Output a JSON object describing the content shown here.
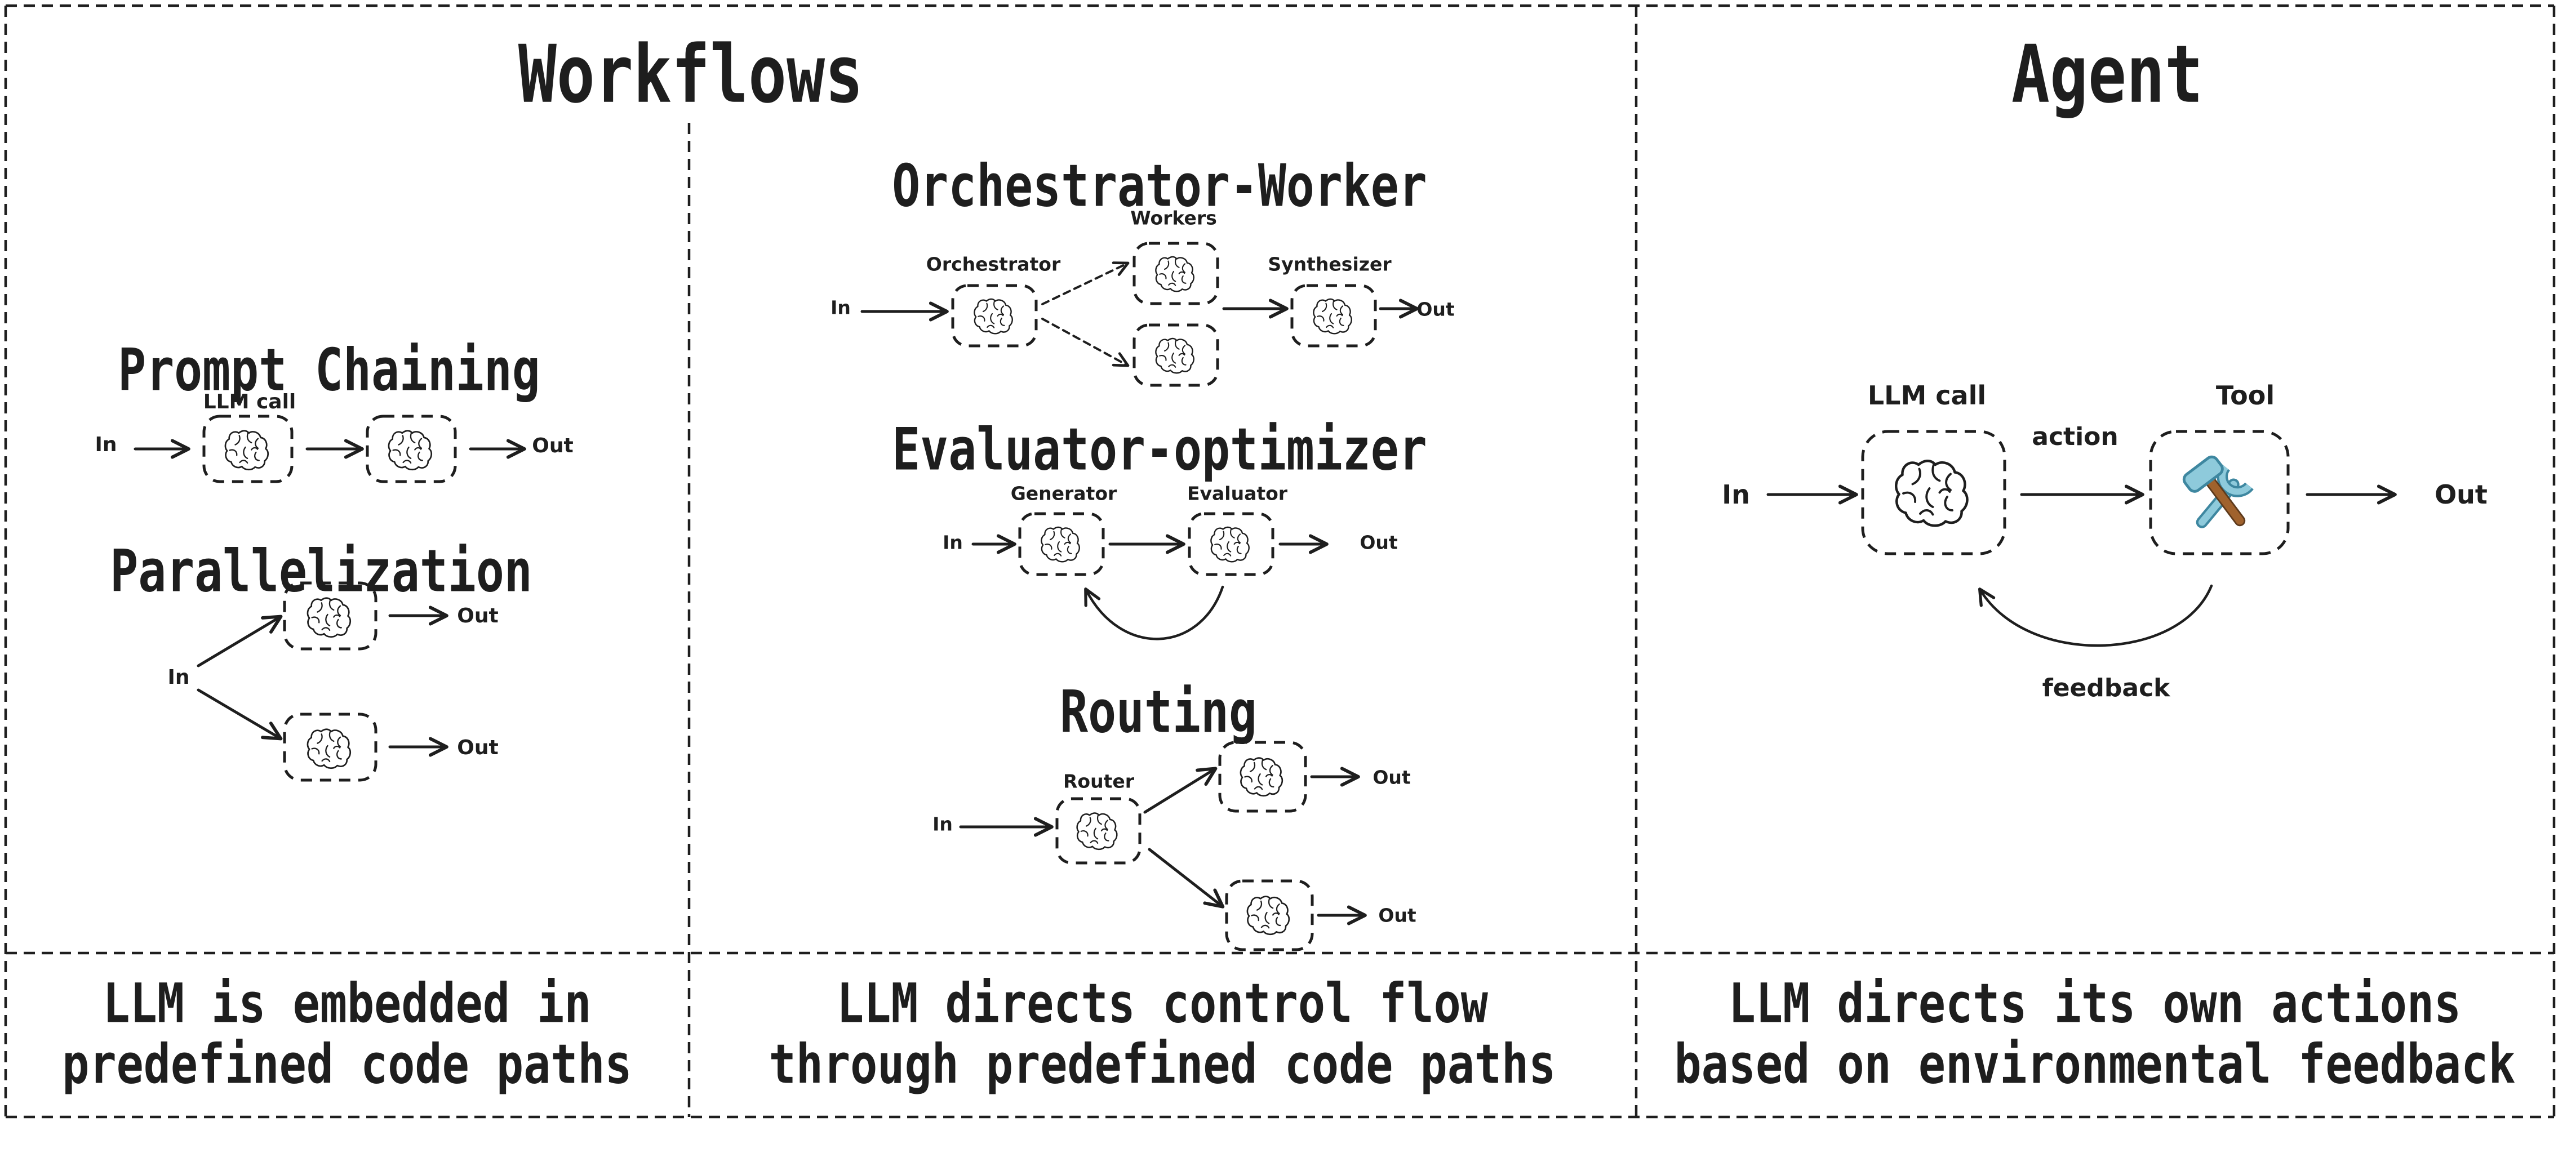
{
  "workflows": {
    "title": "Workflows",
    "prompt_chaining": {
      "title": "Prompt Chaining",
      "label_llm_call": "LLM call",
      "label_in": "In",
      "label_out": "Out"
    },
    "parallelization": {
      "title": "Parallelization",
      "label_in": "In",
      "label_out_top": "Out",
      "label_out_bottom": "Out"
    },
    "orchestrator_worker": {
      "title": "Orchestrator-Worker",
      "label_orchestrator": "Orchestrator",
      "label_workers": "Workers",
      "label_synthesizer": "Synthesizer",
      "label_in": "In",
      "label_out": "Out"
    },
    "evaluator_optimizer": {
      "title": "Evaluator-optimizer",
      "label_generator": "Generator",
      "label_evaluator": "Evaluator",
      "label_in": "In",
      "label_out": "Out"
    },
    "routing": {
      "title": "Routing",
      "label_router": "Router",
      "label_in": "In",
      "label_out_top": "Out",
      "label_out_bottom": "Out"
    },
    "caption_prompt": {
      "line1": "LLM is embedded in",
      "line2": "predefined code paths"
    },
    "caption_flow": {
      "line1": "LLM directs control flow",
      "line2": "through predefined code paths"
    }
  },
  "agent": {
    "title": "Agent",
    "label_llm_call": "LLM call",
    "label_tool": "Tool",
    "label_action": "action",
    "label_feedback": "feedback",
    "label_in": "In",
    "label_out": "Out",
    "caption": {
      "line1": "LLM directs its own actions",
      "line2": "based on environmental feedback"
    }
  },
  "icons": {
    "brain": "brain-icon",
    "tool": "hammer-wrench-icon"
  },
  "colors": {
    "ink": "#1e1e1e",
    "background": "#ffffff",
    "tool_blue": "#8ecadb",
    "tool_blue_dark": "#3e87a0",
    "tool_handle_brown": "#a0622d"
  }
}
